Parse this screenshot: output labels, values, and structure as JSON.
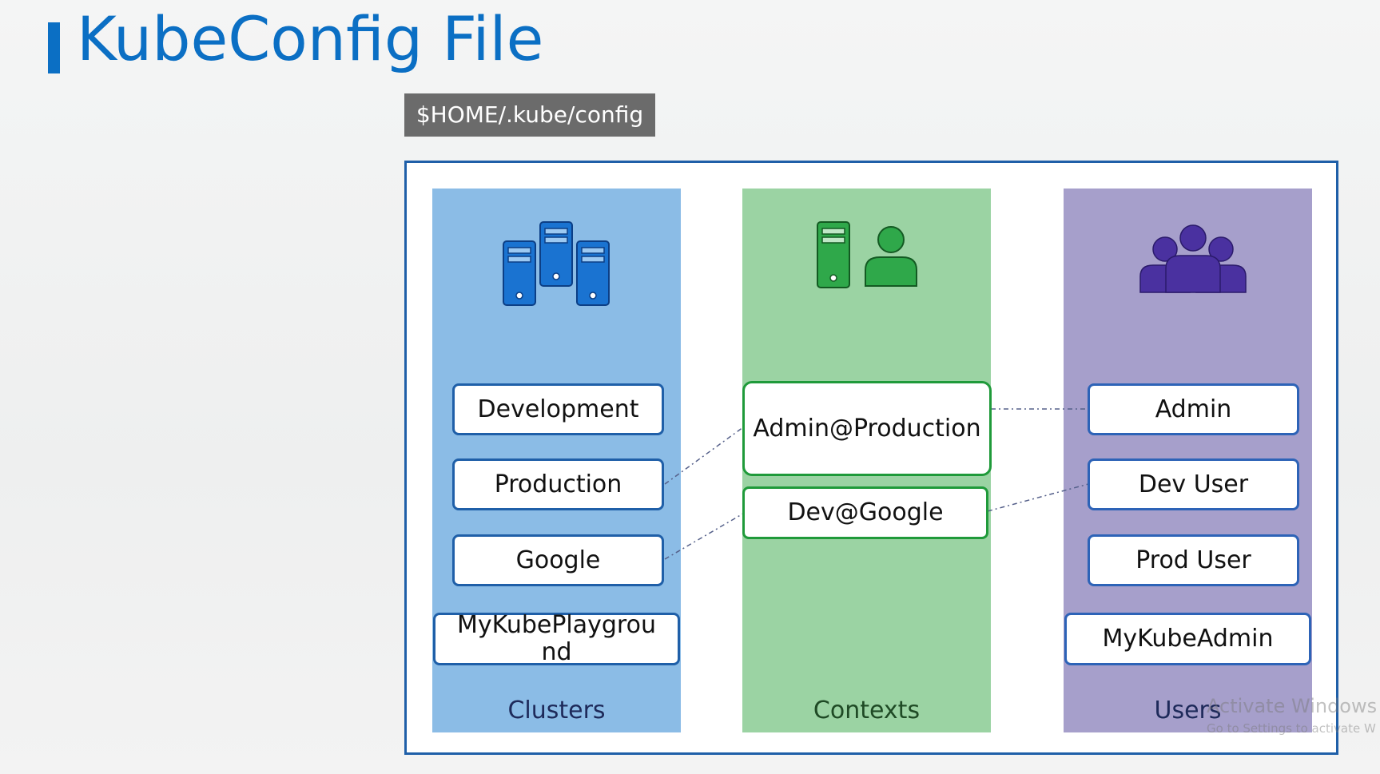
{
  "title": "KubeConfig File",
  "config_path": "$HOME/.kube/config",
  "columns": {
    "clusters": {
      "label": "Clusters",
      "icon": "server-cluster-icon",
      "items": [
        "Development",
        "Production",
        "Google",
        "MyKubePlayground"
      ]
    },
    "contexts": {
      "label": "Contexts",
      "icon": "server-user-icon",
      "items": [
        "Admin@Production",
        "Dev@Google"
      ]
    },
    "users": {
      "label": "Users",
      "icon": "user-group-icon",
      "items": [
        "Admin",
        "Dev User",
        "Prod User",
        "MyKubeAdmin"
      ]
    }
  },
  "links": [
    {
      "from": "Production",
      "to": "Admin@Production"
    },
    {
      "from": "Google",
      "to": "Dev@Google"
    },
    {
      "from": "Admin@Production",
      "to": "Admin"
    },
    {
      "from": "Dev@Google",
      "to": "Dev User"
    }
  ],
  "watermark": {
    "line1": "Activate Windows",
    "line2": "Go to Settings to activate W"
  },
  "colors": {
    "title": "#0b6fc4",
    "clusters_bg": "#8bbce6",
    "contexts_bg": "#9bd3a3",
    "users_bg": "#a69fcb",
    "frame_border": "#1f5fa8",
    "link_line": "#55608a"
  }
}
